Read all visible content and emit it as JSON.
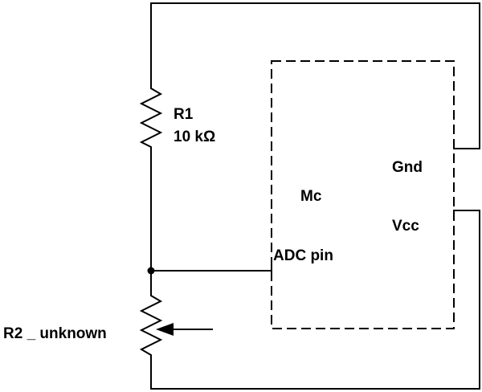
{
  "diagram": {
    "components": {
      "r1": {
        "name": "R1",
        "value": "10 kΩ"
      },
      "r2": {
        "name": "R2 _ unknown"
      }
    },
    "mcu": {
      "name": "Mc",
      "pins": {
        "gnd": "Gnd",
        "vcc": "Vcc",
        "adc": "ADC pin"
      }
    }
  }
}
